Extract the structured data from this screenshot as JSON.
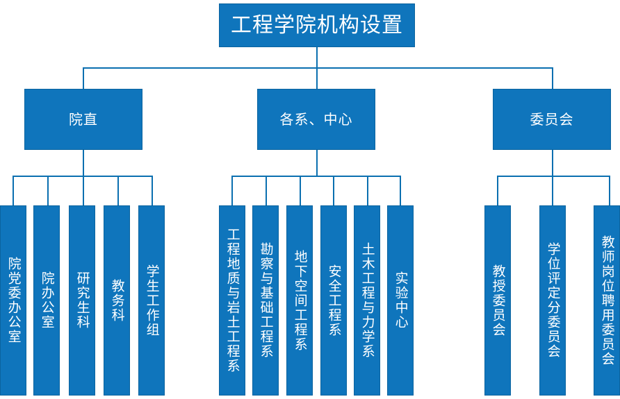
{
  "chart": {
    "type": "organization-chart",
    "title": "工程学院机构设置",
    "accent_color": "#0F75BC",
    "border_color": "#0A639F",
    "connector_color": "#0A6FB0",
    "text_color": "#FFFFFF",
    "background_color": "#FFFFFF",
    "branches": [
      {
        "label": "院直",
        "children": [
          "院党委办公室",
          "院办公室",
          "研究生科",
          "教务科",
          "学生工作组"
        ]
      },
      {
        "label": "各系、中心",
        "children": [
          "工程地质与岩土工程系",
          "勘察与基础工程系",
          "地下空间工程系",
          "安全工程系",
          "土木工程与力学系",
          "实验中心"
        ]
      },
      {
        "label": "委员会",
        "children": [
          "教授委员会",
          "学位评定分委员会",
          "教师岗位聘用委员会"
        ]
      }
    ]
  }
}
